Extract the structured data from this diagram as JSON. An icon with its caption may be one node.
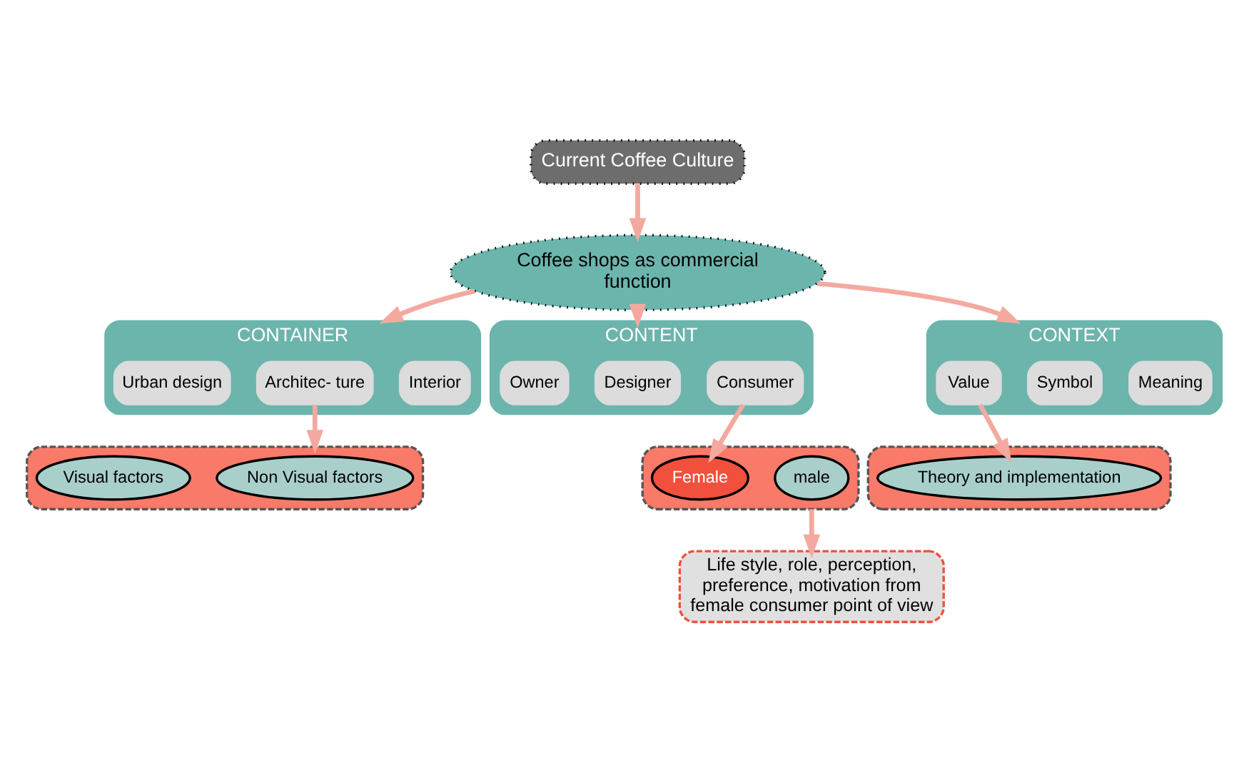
{
  "diagram": {
    "nodes": [
      {
        "text": [
          "Current Coffee Culture"
        ]
      },
      {
        "text": [
          "Coffee shops as commercial function"
        ]
      },
      {
        "text": [
          "CONTAINER"
        ]
      },
      {
        "text": [
          "Urban design"
        ],
        "in": 2
      },
      {
        "text": [
          "Architec- ture"
        ],
        "in": 2
      },
      {
        "text": [
          "Interior"
        ],
        "in": 2
      },
      {
        "text": [
          "CONTENT"
        ]
      },
      {
        "text": [
          "Owner"
        ],
        "in": 6
      },
      {
        "text": [
          "Designer"
        ],
        "in": 6
      },
      {
        "text": [
          "Consumer"
        ],
        "in": 6
      },
      {
        "text": [
          "CONTEXT"
        ]
      },
      {
        "text": [
          "Value"
        ],
        "in": 10
      },
      {
        "text": [
          "Symbol"
        ],
        "in": 10
      },
      {
        "text": [
          "Meaning"
        ],
        "in": 10
      },
      {
        "text": [],
        "shape": "box"
      },
      {
        "text": [
          "Visual factors"
        ],
        "in": 14
      },
      {
        "text": [
          "Non Visual factors"
        ],
        "in": 14
      },
      {
        "text": [],
        "shape": "box"
      },
      {
        "text": [
          "Female"
        ],
        "in": 17
      },
      {
        "text": [
          "male"
        ],
        "in": 17
      },
      {
        "text": [],
        "shape": "box"
      },
      {
        "text": [
          "Theory and implementation"
        ],
        "in": 20
      },
      {
        "text": [
          "Life style, role, perception, preference, motivation from female consumer point of view"
        ]
      }
    ],
    "edges": [
      {
        "from": 0,
        "to": 1,
        "arrow": "to"
      },
      {
        "from": 1,
        "to": 2,
        "arrow": "to"
      },
      {
        "from": 1,
        "to": 6,
        "arrow": "to"
      },
      {
        "from": 1,
        "to": 10,
        "arrow": "to"
      },
      {
        "from": 4,
        "to": 14,
        "arrow": "to"
      },
      {
        "from": 9,
        "to": 18,
        "arrow": "to"
      },
      {
        "from": 11,
        "to": 21,
        "arrow": "to"
      },
      {
        "from": 17,
        "to": 22,
        "arrow": "to"
      }
    ]
  }
}
